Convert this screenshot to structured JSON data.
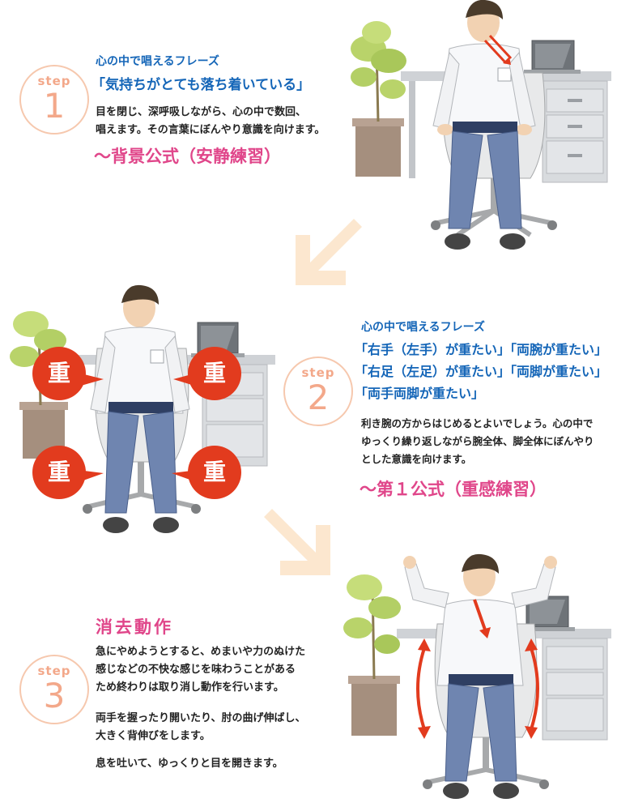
{
  "colors": {
    "blue": "#1566b8",
    "pink": "#e0468a",
    "badge": "#f3a88a",
    "arrow": "#fce7cf",
    "weight_bubble": "#e23b1e"
  },
  "steps": [
    {
      "badge_word": "step",
      "badge_num": "1",
      "heading": "心の中で唱えるフレーズ",
      "phrases": [
        "「気持ちがとても落ち着いている」"
      ],
      "body": [
        "目を閉じ、深呼吸しながら、心の中で数回、",
        "唱えます。その言葉にぼんやり意識を向けます。"
      ],
      "formula": "〜背景公式（安静練習）"
    },
    {
      "badge_word": "step",
      "badge_num": "2",
      "heading": "心の中で唱えるフレーズ",
      "phrases": [
        "「右手（左手）が重たい」「両腕が重たい」",
        "「右足（左足）が重たい」「両脚が重たい」",
        "「両手両脚が重たい」"
      ],
      "body": [
        "利き腕の方からはじめるとよいでしょう。心の中で",
        "ゆっくり繰り返しながら腕全体、脚全体にぼんやり",
        "とした意識を向けます。"
      ],
      "formula": "〜第１公式（重感練習）",
      "bubbles": [
        "重",
        "重",
        "重",
        "重"
      ]
    },
    {
      "badge_word": "step",
      "badge_num": "3",
      "heading": "消去動作",
      "body": [
        "急にやめようとすると、めまいや力のぬけた",
        "感じなどの不快な感じを味わうことがある",
        "ため終わりは取り消し動作を行います。"
      ],
      "body2": [
        "両手を握ったり開いたり、肘の曲げ伸ばし、",
        "大きく背伸びをします。"
      ],
      "body3": [
        "息を吐いて、ゆっくりと目を開きます。"
      ]
    }
  ]
}
